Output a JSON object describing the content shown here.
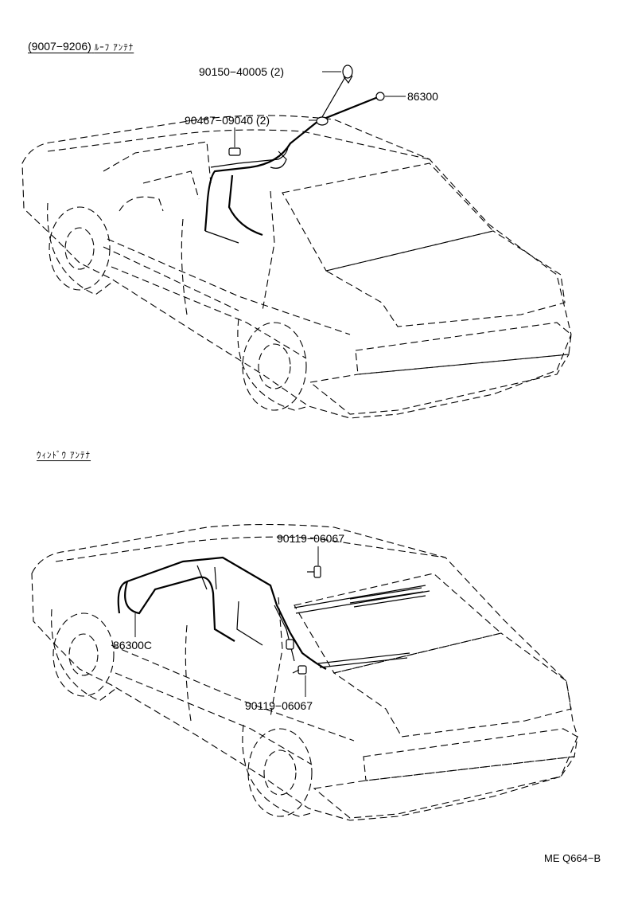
{
  "sections": [
    {
      "title": "(9007−9206)",
      "title_jp": "ﾙｰﾌ  ｱﾝﾃﾅ",
      "part_labels": [
        {
          "id": "screw",
          "text": "90150−40005 (2)"
        },
        {
          "id": "antenna",
          "text": "86300"
        },
        {
          "id": "clip",
          "text": "90467−09040 (2)"
        }
      ]
    },
    {
      "title": "",
      "title_jp": "ｳｨﾝﾄﾞｳ  ｱﾝﾃﾅ",
      "part_labels": [
        {
          "id": "bolt-upper",
          "text": "90119−06067"
        },
        {
          "id": "cord",
          "text": "86300C"
        },
        {
          "id": "bolt-lower",
          "text": "90119−06067"
        }
      ]
    }
  ],
  "figure_code": "ME Q664−B"
}
